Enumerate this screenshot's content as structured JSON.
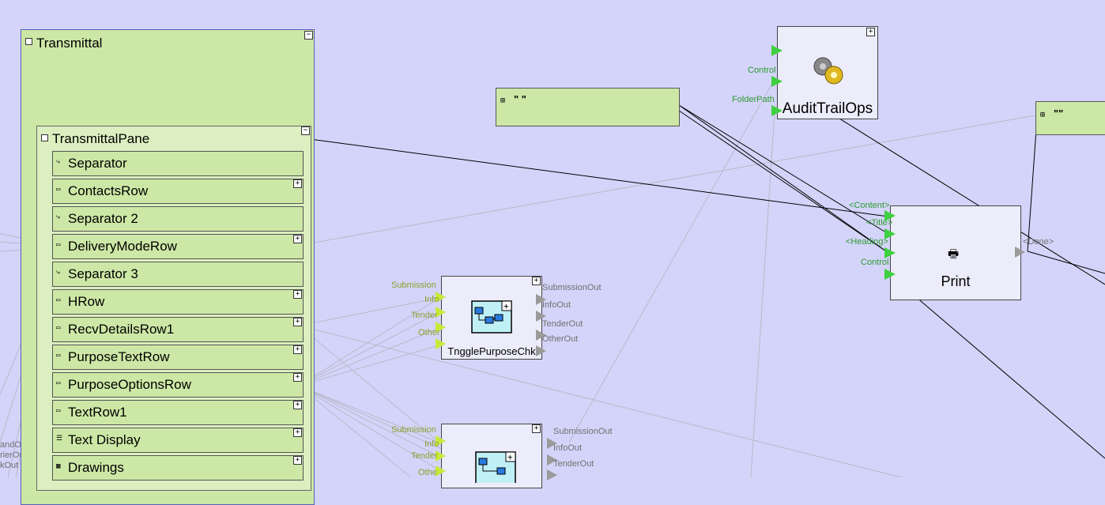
{
  "transmittal": {
    "title": "Transmittal",
    "pane_title": "TransmittalPane",
    "rows": [
      {
        "label": "Separator",
        "icon": "separator-icon"
      },
      {
        "label": "ContactsRow",
        "icon": "row-icon"
      },
      {
        "label": "Separator 2",
        "icon": "separator-icon"
      },
      {
        "label": "DeliveryModeRow",
        "icon": "row-icon"
      },
      {
        "label": "Separator 3",
        "icon": "separator-icon"
      },
      {
        "label": "HRow",
        "icon": "row-icon"
      },
      {
        "label": "RecvDetailsRow1",
        "icon": "row-icon"
      },
      {
        "label": "PurposeTextRow",
        "icon": "row-icon"
      },
      {
        "label": "PurposeOptionsRow",
        "icon": "row-icon"
      },
      {
        "label": "TextRow1",
        "icon": "row-icon"
      },
      {
        "label": "Text Display",
        "icon": "text-display-icon"
      },
      {
        "label": "Drawings",
        "icon": "grid-icon"
      }
    ]
  },
  "left_cut_labels": [
    "andOut",
    "rierOut",
    "kOut"
  ],
  "string_nodes": {
    "quote_space": "\" \"",
    "quote_empty": "\"\""
  },
  "audit": {
    "name": "AuditTrailOps",
    "icon": "gears-icon",
    "inputs": [
      "Control",
      "FolderPath"
    ]
  },
  "print": {
    "name": "Print",
    "icon": "printer-icon",
    "inputs": [
      "<Content>",
      "<Title>",
      "<Heading>",
      "Control"
    ],
    "output": "<Done>"
  },
  "toggle1": {
    "name": "TngglePurposeChk",
    "inputs": [
      "Submission",
      "Info",
      "Tender",
      "Other"
    ],
    "outputs": [
      "SubmissionOut",
      "InfoOut",
      "TenderOut",
      "OtherOut"
    ]
  },
  "toggle2": {
    "inputs": [
      "Submission",
      "Info",
      "Tender",
      "Othe"
    ],
    "outputs": [
      "SubmissionOut",
      "InfoOut",
      "TenderOut"
    ]
  },
  "colors": {
    "canvas": "#d4d4fa",
    "panel_green": "#cde8a6",
    "port_green": "#3ed03e",
    "port_yellow": "#c8e83c"
  }
}
